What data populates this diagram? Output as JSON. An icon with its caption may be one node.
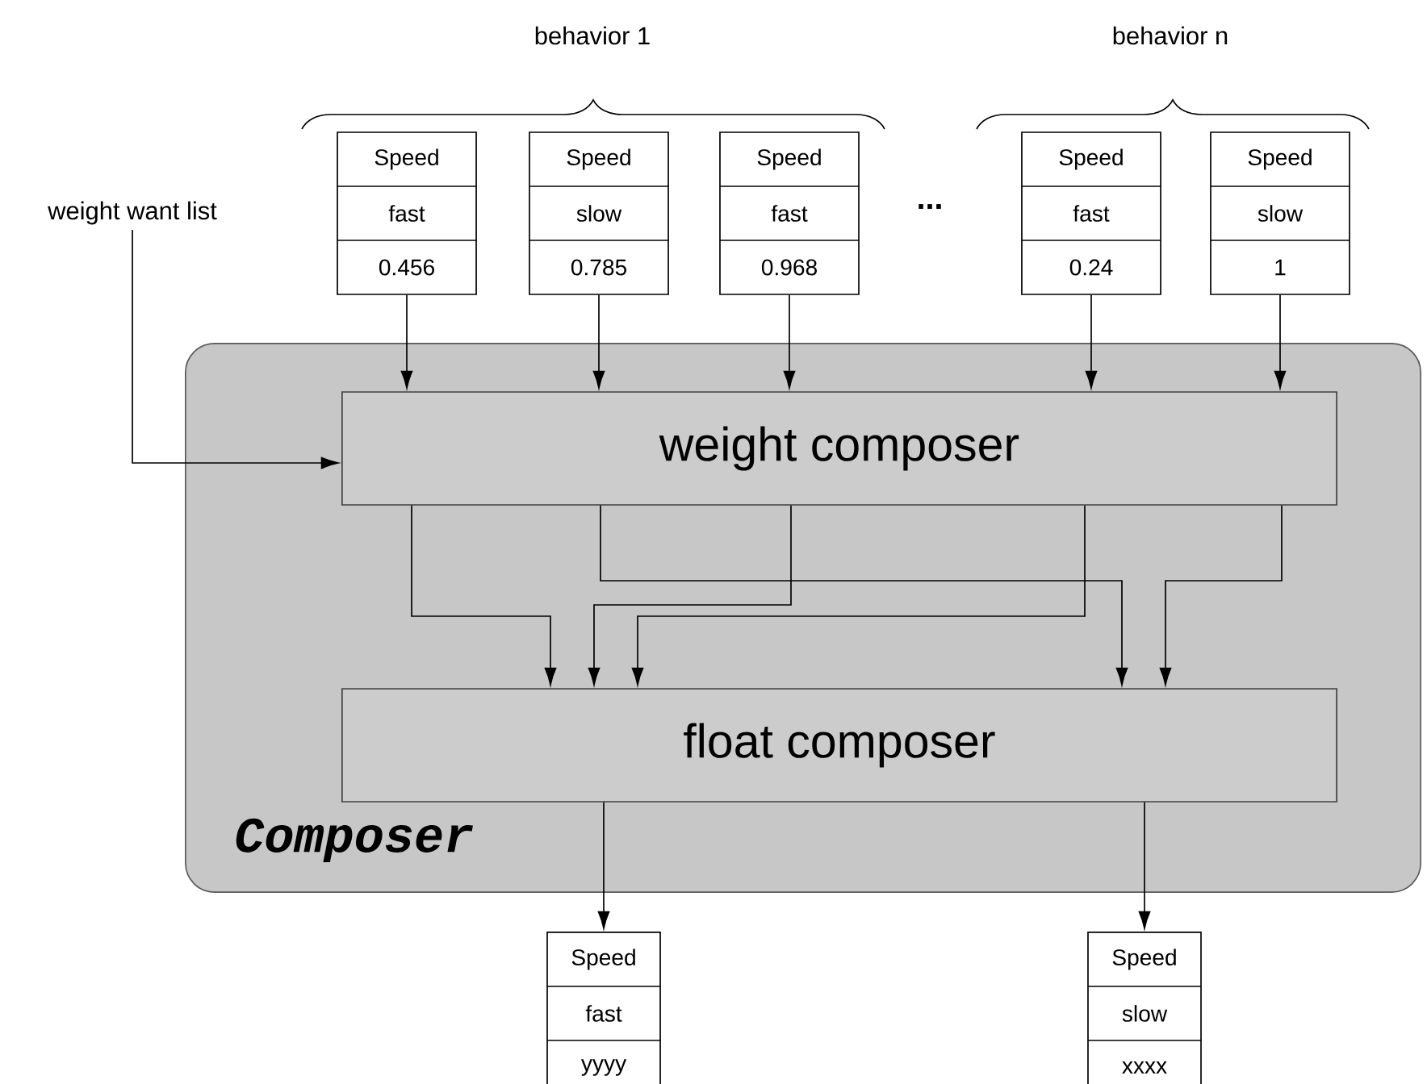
{
  "diagram": {
    "nodes": [
      {
        "text": [
          "Speed",
          "fast",
          "0.456"
        ]
      },
      {
        "text": [
          "Speed",
          "slow",
          "0.785"
        ]
      },
      {
        "text": [
          "Speed",
          "fast",
          "0.968"
        ]
      },
      {
        "text": [
          "Speed",
          "fast",
          "0.24"
        ]
      },
      {
        "text": [
          "Speed",
          "slow",
          "1"
        ]
      },
      {
        "text": [
          "weight want list"
        ]
      },
      {
        "text": [
          "Composer"
        ]
      },
      {
        "text": [
          "weight composer"
        ],
        "in": 6
      },
      {
        "text": [
          "float composer"
        ],
        "in": 6
      },
      {
        "text": [
          "Speed",
          "fast",
          "yyyy"
        ]
      },
      {
        "text": [
          "Speed",
          "slow",
          "xxxx"
        ]
      }
    ],
    "edges": [
      {
        "from": 0,
        "to": 7,
        "arrow": "to"
      },
      {
        "from": 1,
        "to": 7,
        "arrow": "to"
      },
      {
        "from": 2,
        "to": 7,
        "arrow": "to"
      },
      {
        "from": 3,
        "to": 7,
        "arrow": "to"
      },
      {
        "from": 4,
        "to": 7,
        "arrow": "to"
      },
      {
        "from": 5,
        "to": 7,
        "arrow": "to"
      },
      {
        "from": 7,
        "to": 8,
        "arrow": "to"
      },
      {
        "from": 7,
        "to": 8,
        "arrow": "to"
      },
      {
        "from": 7,
        "to": 8,
        "arrow": "to"
      },
      {
        "from": 7,
        "to": 8,
        "arrow": "to"
      },
      {
        "from": 7,
        "to": 8,
        "arrow": "to"
      },
      {
        "from": 8,
        "to": 9,
        "arrow": "to"
      },
      {
        "from": 8,
        "to": 10,
        "arrow": "to"
      }
    ],
    "labels": [
      "behavior 1",
      "behavior n",
      "..."
    ]
  }
}
